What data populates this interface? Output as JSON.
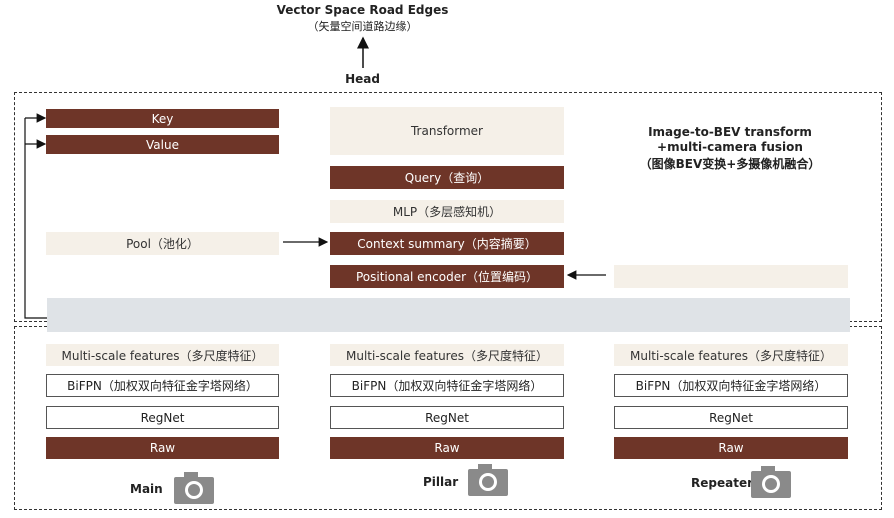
{
  "head": {
    "title": "Vector Space Road Edges",
    "subtitle": "（矢量空间道路边缘）",
    "label": "Head"
  },
  "fusion": {
    "key": "Key",
    "value": "Value",
    "transformer": "Transformer",
    "query": "Query（查询）",
    "mlp": "MLP（多层感知机）",
    "context_summary": "Context summary（内容摘要）",
    "positional_encoder": "Positional encoder（位置编码）",
    "pool": "Pool（池化）",
    "caption_line1": "Image-to-BEV transform",
    "caption_line2": "+multi-camera fusion",
    "caption_line3": "（图像BEV变换+多摄像机融合）"
  },
  "backbones": [
    {
      "multiscale": "Multi-scale features（多尺度特征）",
      "bifpn": "BiFPN（加权双向特征金字塔网络）",
      "regnet": "RegNet",
      "raw": "Raw",
      "camera": "Main"
    },
    {
      "multiscale": "Multi-scale features（多尺度特征）",
      "bifpn": "BiFPN（加权双向特征金字塔网络）",
      "regnet": "RegNet",
      "raw": "Raw",
      "camera": "Pillar"
    },
    {
      "multiscale": "Multi-scale features（多尺度特征）",
      "bifpn": "BiFPN（加权双向特征金字塔网络）",
      "regnet": "RegNet",
      "raw": "Raw",
      "camera": "Repeater"
    }
  ],
  "colors": {
    "dark_box": "#6e3528",
    "light_box": "#f5f0e8",
    "band": "#dfe3e7",
    "camera_icon": "#8a8a8a"
  }
}
